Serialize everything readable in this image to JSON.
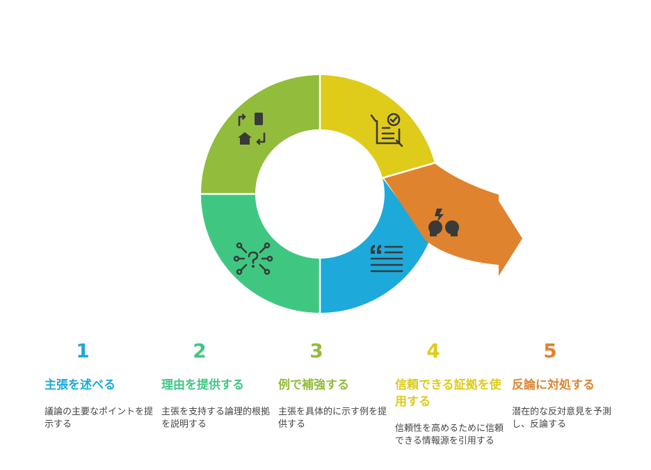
{
  "colors": {
    "blue": "#1EA9DB",
    "green": "#3FC782",
    "olive": "#92BC3C",
    "yellow": "#DFCB1A",
    "orange": "#DF832F"
  },
  "segments": [
    {
      "icon": "house-swap-icon",
      "color": "#92BC3C"
    },
    {
      "icon": "clipboard-check-icon",
      "color": "#DFCB1A"
    },
    {
      "icon": "heads-lightning-icon",
      "color": "#DF832F"
    },
    {
      "icon": "quote-lines-icon",
      "color": "#1EA9DB"
    },
    {
      "icon": "question-network-icon",
      "color": "#3FC782"
    }
  ],
  "steps": [
    {
      "number": "1",
      "title": "主張を述べる",
      "desc": "議論の主要なポイントを提示する",
      "color": "#1EA9DB"
    },
    {
      "number": "2",
      "title": "理由を提供する",
      "desc": "主張を支持する論理的根拠を説明する",
      "color": "#3FC782"
    },
    {
      "number": "3",
      "title": "例で補強する",
      "desc": "主張を具体的に示す例を提供する",
      "color": "#92BC3C"
    },
    {
      "number": "4",
      "title": "信頼できる証拠を使用する",
      "desc": "信頼性を高めるために信頼できる情報源を引用する",
      "color": "#DFCB1A"
    },
    {
      "number": "5",
      "title": "反論に対処する",
      "desc": "潜在的な反対意見を予測し、反論する",
      "color": "#DF832F"
    }
  ]
}
